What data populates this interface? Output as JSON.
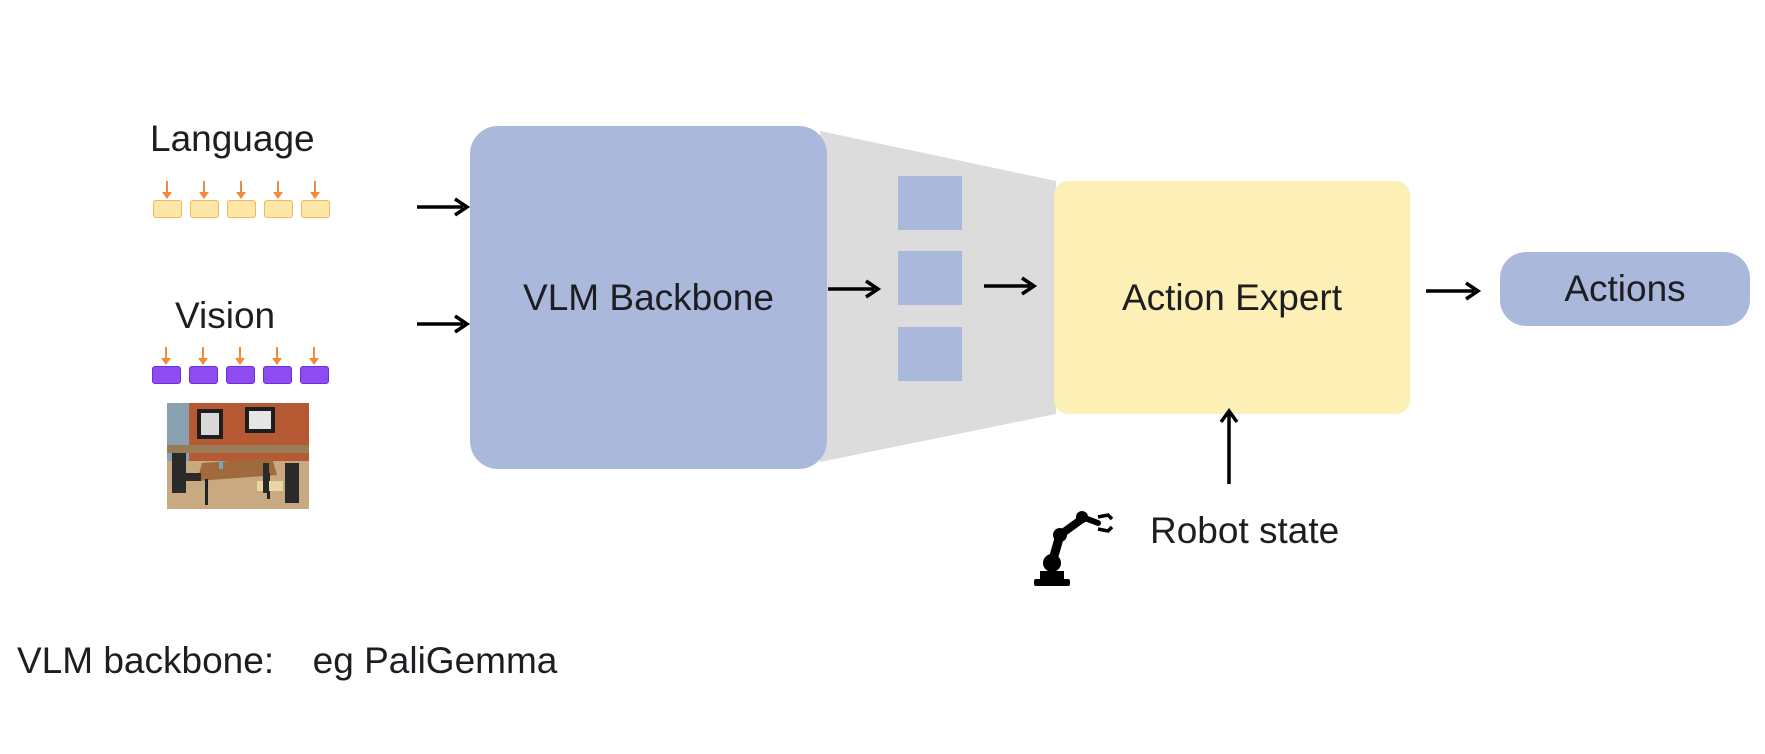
{
  "inputs": {
    "language_label": "Language",
    "vision_label": "Vision"
  },
  "blocks": {
    "vlm_backbone": "VLM Backbone",
    "action_expert": "Action Expert",
    "actions": "Actions",
    "robot_state": "Robot state"
  },
  "footnote": {
    "key": "VLM backbone:",
    "value": "eg PaliGemma"
  },
  "colors": {
    "blue_block": "#aab8dc",
    "yellow_block": "#fdf0b6",
    "funnel_gray": "#dcdcdc",
    "language_token": "#fde7a8",
    "vision_token": "#8e4cf0",
    "token_arrow": "#f28a3c"
  },
  "icons": {
    "robot": "robot-arm-icon",
    "image": "scene-photo"
  }
}
